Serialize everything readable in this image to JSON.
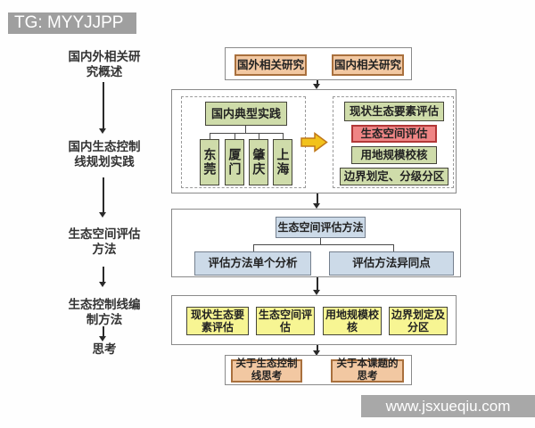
{
  "tg_banner": "TG: MYYJJPP",
  "watermark": "www.jsxueqiu.com",
  "outline": {
    "labels": [
      "国内外相关研究概述",
      "国内生态控制线规划实践",
      "生态空间评估方法",
      "生态控制线编制方法",
      "思考"
    ]
  },
  "overview_section": {
    "foreign": "国外相关研究",
    "domestic": "国内相关研究"
  },
  "practice_section": {
    "header": "国内典型实践",
    "cities": [
      "东莞",
      "厦门",
      "肇庆",
      "上海"
    ],
    "steps": [
      "现状生态要素评估",
      "生态空间评估",
      "用地规模校核",
      "边界划定、分级分区"
    ]
  },
  "evaluation_section": {
    "header": "生态空间评估方法",
    "items": [
      "评估方法单个分析",
      "评估方法异同点"
    ]
  },
  "compilation_section": {
    "items": [
      "现状生态要素评估",
      "生态空间评估",
      "用地规模校核",
      "边界划定及分区"
    ]
  },
  "reflection_section": {
    "items": [
      "关于生态控制线思考",
      "关于本课题的思考"
    ]
  },
  "colors": {
    "banner_gray": "#9f9f9f",
    "salmon": "#f2c8a2",
    "salmon_border": "#a9703d",
    "green": "#cfdcaa",
    "red": "#ef8585",
    "red_border": "#b23737",
    "blue": "#ccdae8",
    "yellow": "#f7f593",
    "gold_arrow": "#f2c21c"
  }
}
